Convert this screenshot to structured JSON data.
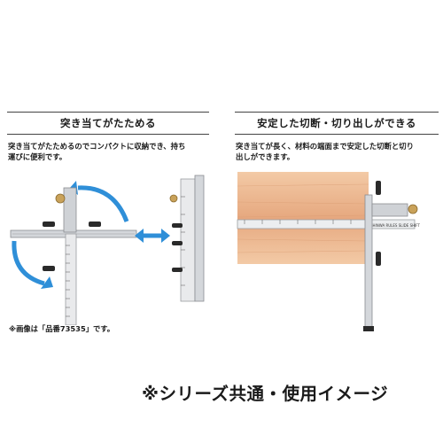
{
  "left_panel": {
    "title": "突き当てがたためる",
    "description_line1": "突き当てがたためるのでコンパクトに収納でき、持ち",
    "description_line2": "運びに便利です。"
  },
  "right_panel": {
    "title": "安定した切断・切り出しができる",
    "description_line1": "突き当てが長く、材料の端面まで安定した切断と切り",
    "description_line2": "出しができます。"
  },
  "note": "※画像は「品番73535」です。",
  "tagline": "※シリーズ共通・使用イメージ",
  "ruler_marking": "SHINWA RULES  SLIDE SHIFT",
  "colors": {
    "arrow_blue": "#2f8fd8",
    "wood_light": "#f3caa6",
    "wood_dark": "#e6a87f",
    "metal": "#c9ccd0",
    "brass": "#c9a25a"
  }
}
